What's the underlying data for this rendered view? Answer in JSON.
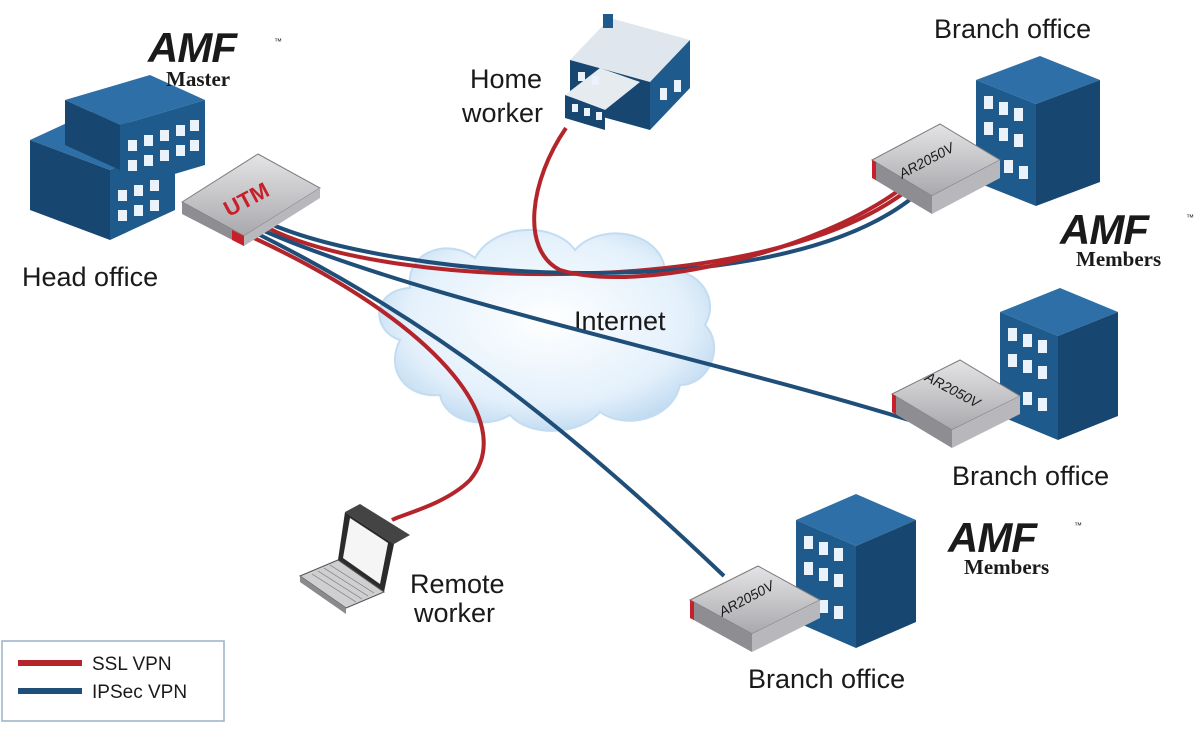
{
  "labels": {
    "head_office": "Head office",
    "home_worker_line1": "Home",
    "home_worker_line2": "worker",
    "internet": "Internet",
    "remote_worker_line1": "Remote",
    "remote_worker_line2": "worker",
    "branch_office_top": "Branch office",
    "branch_office_middle": "Branch office",
    "branch_office_bottom": "Branch office"
  },
  "amf": {
    "logo_text": "AMF",
    "trademark": "™",
    "master_label": "Master",
    "members_label": "Members"
  },
  "devices": {
    "utm_label": "UTM",
    "router_model": "AR2050V"
  },
  "legend": {
    "items": [
      {
        "label": "SSL VPN",
        "color": "#b4252b"
      },
      {
        "label": "IPSec VPN",
        "color": "#1f4e79"
      }
    ]
  },
  "colors": {
    "building_front": "#1e5a8c",
    "building_side": "#174770",
    "building_top": "#2d6fa6",
    "device_body": "#c9c9cc",
    "device_accent": "#c8202a",
    "cloud": "#d6e9f8"
  }
}
